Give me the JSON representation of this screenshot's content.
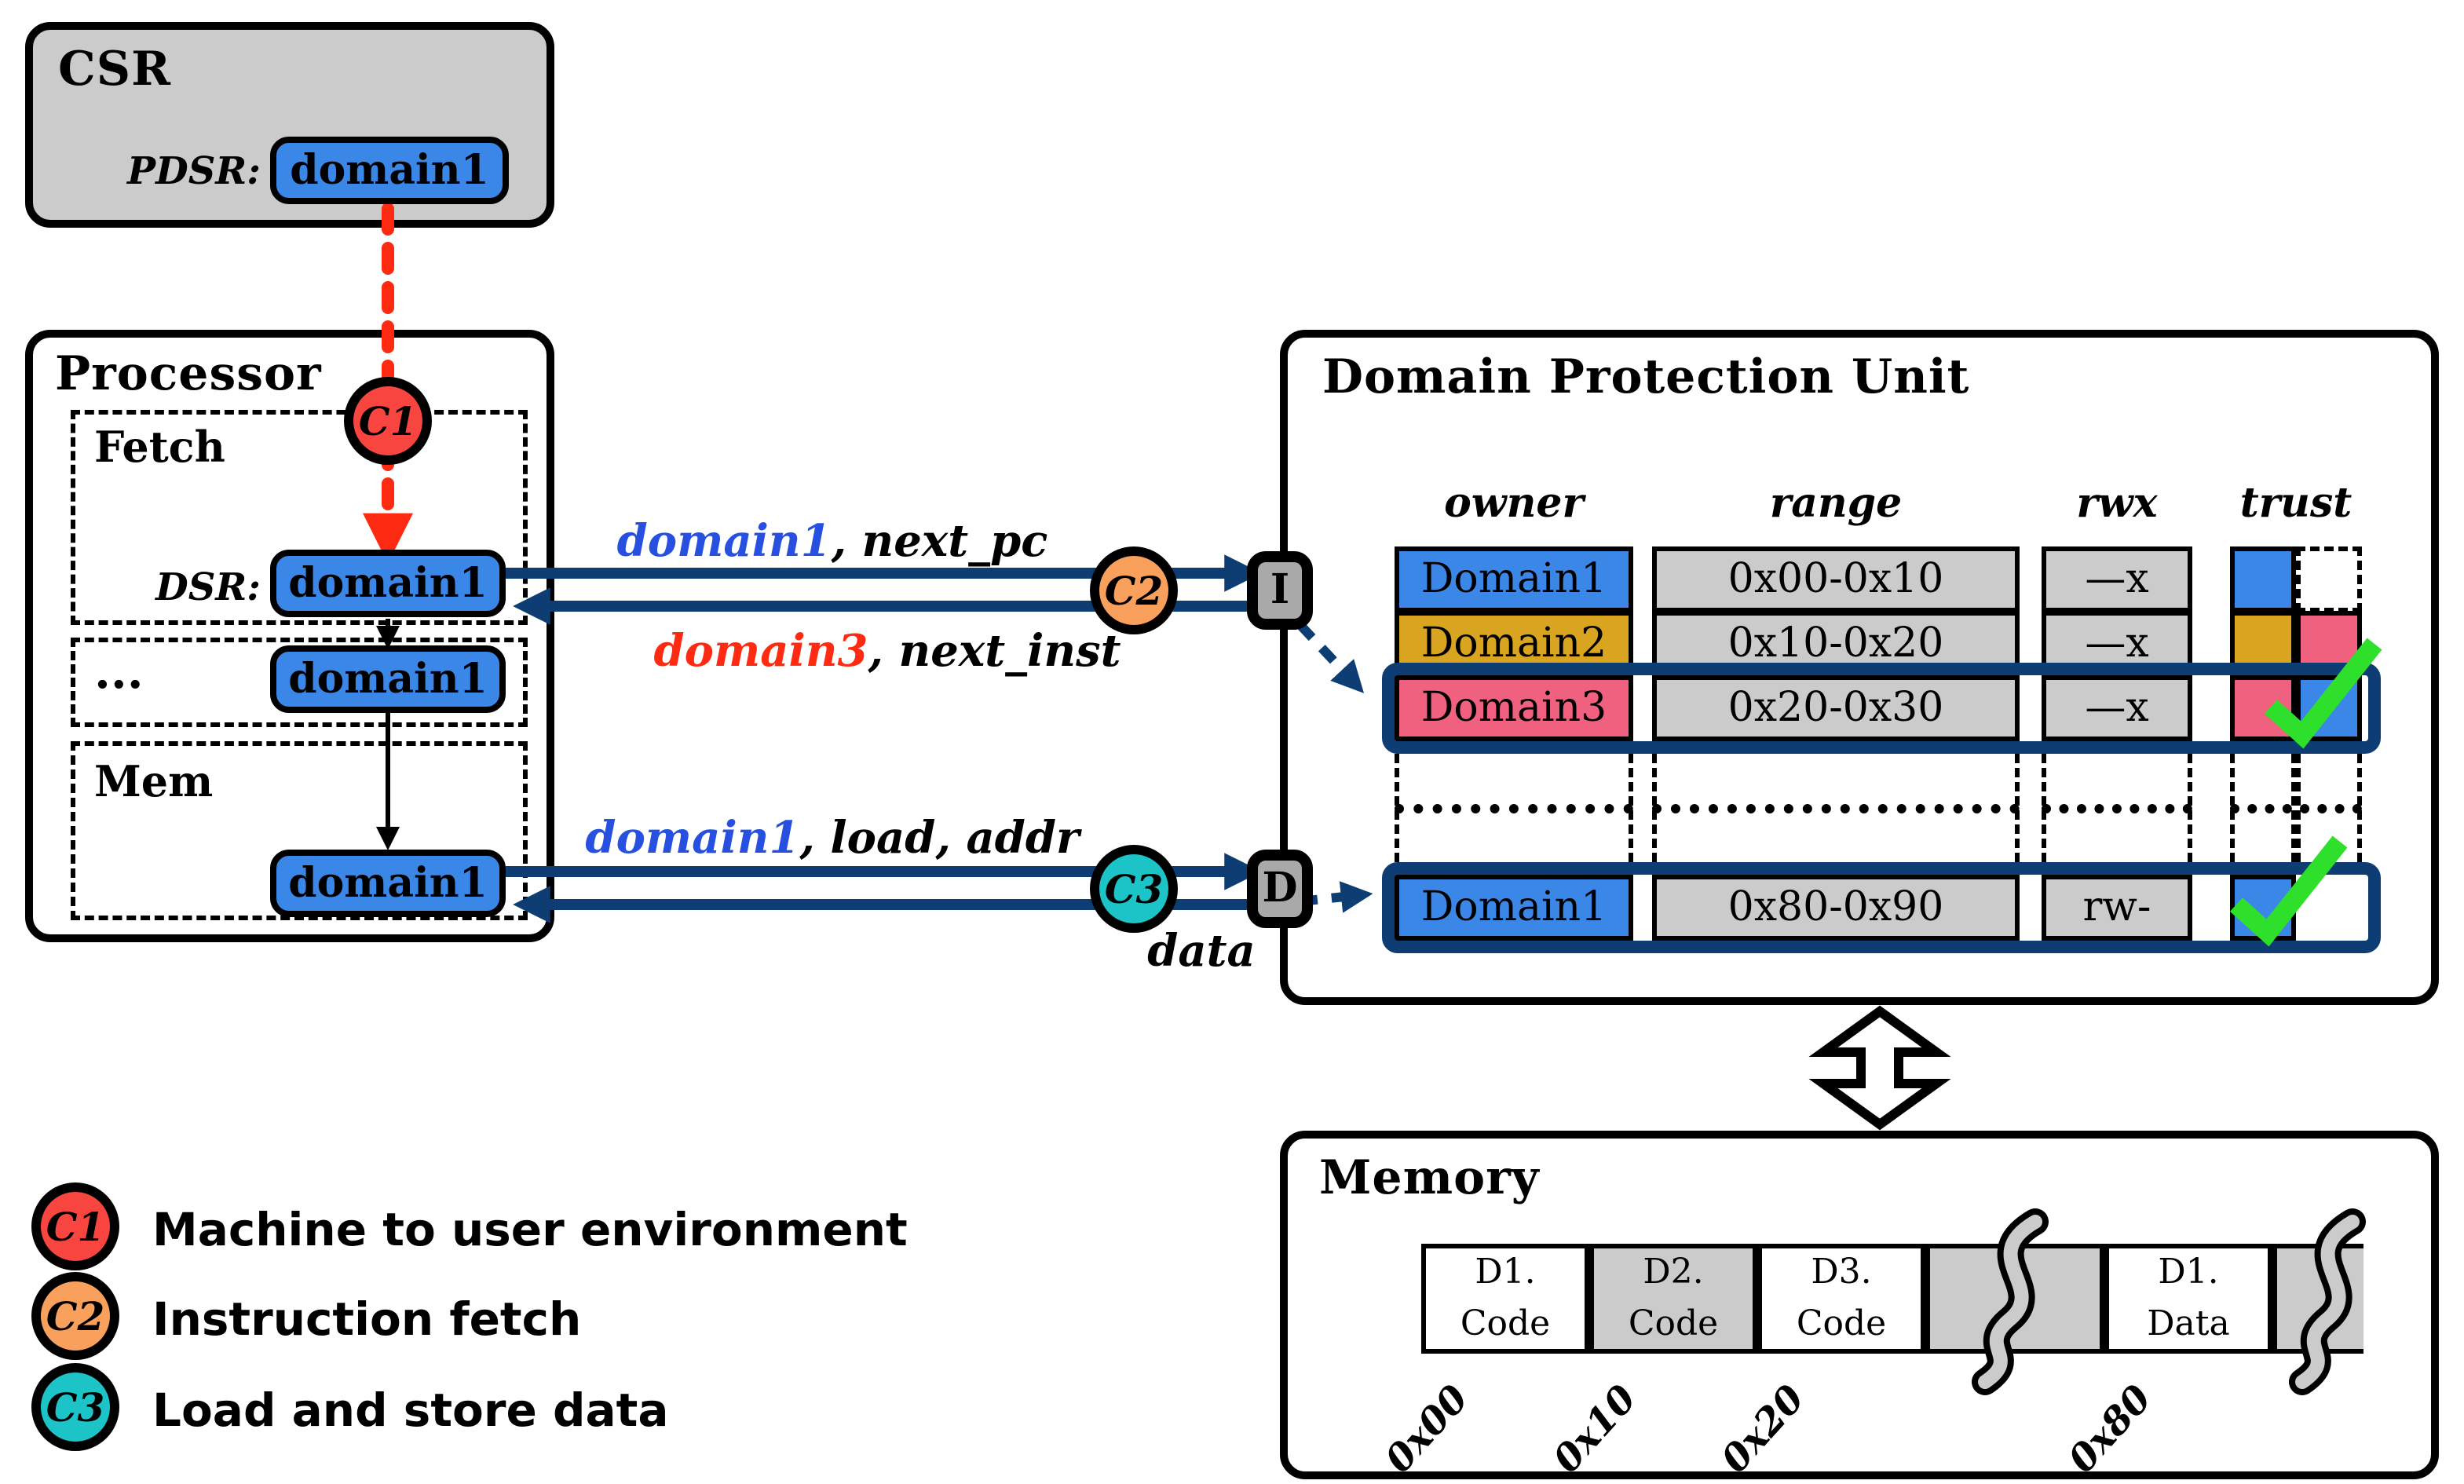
{
  "colors": {
    "pill_blue": "#3b87e8",
    "gold": "#d9a521",
    "pink": "#ef617e",
    "teal": "#1cc4c7",
    "orange": "#f9a05c",
    "red": "#f8453f",
    "signal_red": "#fe2b12",
    "navy": "#0d3d73",
    "label_blue": "#2850e0",
    "check_green": "#2ee02b",
    "box_gray": "#cbcbcb",
    "connector_gray": "#a9a9a9"
  },
  "csr": {
    "title": "CSR",
    "register_label": "PDSR:",
    "register_value": "domain1"
  },
  "processor": {
    "title": "Processor",
    "stages": [
      {
        "label": "Fetch",
        "register_label": "DSR:",
        "value": "domain1"
      },
      {
        "label": "...",
        "value": "domain1"
      },
      {
        "label": "Mem",
        "value": "domain1"
      }
    ]
  },
  "checkpoints": [
    {
      "id": "C1",
      "color": "#f8453f",
      "description": "Machine to user environment"
    },
    {
      "id": "C2",
      "color": "#f9a05c",
      "description": "Instruction fetch"
    },
    {
      "id": "C3",
      "color": "#1cc4c7",
      "description": "Load and store data"
    }
  ],
  "channels": {
    "instruction": {
      "port": "I",
      "request": {
        "domain": "domain1",
        "rest": ", next_pc"
      },
      "response": {
        "domain": "domain3",
        "rest": ", next_inst"
      }
    },
    "data": {
      "port": "D",
      "request": {
        "domain": "domain1",
        "rest": ", load, addr"
      },
      "response_label": "data"
    }
  },
  "dpu": {
    "title": "Domain Protection Unit",
    "columns": [
      "owner",
      "range",
      "rwx",
      "trust"
    ],
    "rows": [
      {
        "owner": "Domain1",
        "owner_color": "#3b87e8",
        "range": "0x00-0x10",
        "rwx": "—x",
        "trust": [
          "#3b87e8",
          null
        ],
        "checked": false,
        "highlighted": false
      },
      {
        "owner": "Domain2",
        "owner_color": "#d9a521",
        "range": "0x10-0x20",
        "rwx": "—x",
        "trust": [
          "#d9a521",
          "#ef617e"
        ],
        "checked": false,
        "highlighted": false
      },
      {
        "owner": "Domain3",
        "owner_color": "#ef617e",
        "range": "0x20-0x30",
        "rwx": "—x",
        "trust": [
          "#ef617e",
          "#3b87e8"
        ],
        "checked": true,
        "highlighted": true
      }
    ],
    "bottom_row": {
      "owner": "Domain1",
      "owner_color": "#3b87e8",
      "range": "0x80-0x90",
      "rwx": "rw-",
      "trust": [
        "#3b87e8",
        null
      ],
      "checked": true,
      "highlighted": true
    }
  },
  "memory": {
    "title": "Memory",
    "cells": [
      {
        "line1": "D1.",
        "line2": "Code",
        "addr": "0x00",
        "bg": "#ffffff"
      },
      {
        "line1": "D2.",
        "line2": "Code",
        "addr": "0x10",
        "bg": "#cbcbcb"
      },
      {
        "line1": "D3.",
        "line2": "Code",
        "addr": "0x20",
        "bg": "#ffffff"
      },
      {
        "line1": "D1.",
        "line2": "Data",
        "addr": "0x80",
        "bg": "#ffffff"
      }
    ]
  }
}
